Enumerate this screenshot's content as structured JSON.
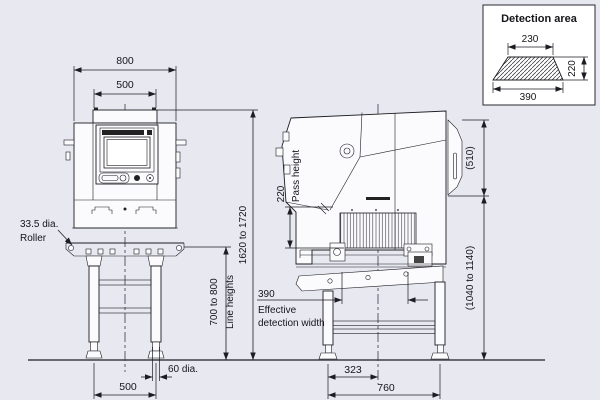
{
  "detection_area": {
    "title": "Detection area",
    "top_width": "230",
    "height": "220",
    "bottom_width": "390"
  },
  "front_view": {
    "dim_overall_width": "800",
    "dim_inner_width": "500",
    "roller_note_line1": "33.5 dia.",
    "roller_note_line2": "Roller",
    "dim_overall_height": "1620 to 1720",
    "dim_line_height_value": "700 to 800",
    "dim_line_height_label": "Line heights",
    "dim_foot_diameter": "60 dia.",
    "dim_leg_spacing": "500"
  },
  "side_view": {
    "dim_pass_height_value": "220",
    "dim_pass_height_label": "Pass height",
    "dim_effective_width_value": "390",
    "dim_effective_width_label_line1": "Effective",
    "dim_effective_width_label_line2": "detection width",
    "dim_upper_section_height": "(510)",
    "dim_stand_height": "(1040 to 1140)",
    "dim_center_offset": "323",
    "dim_leg_spacing": "760"
  },
  "colors": {
    "background": "#e8e8f1",
    "line": "#1c1c22",
    "panel_background": "#ffffff"
  }
}
